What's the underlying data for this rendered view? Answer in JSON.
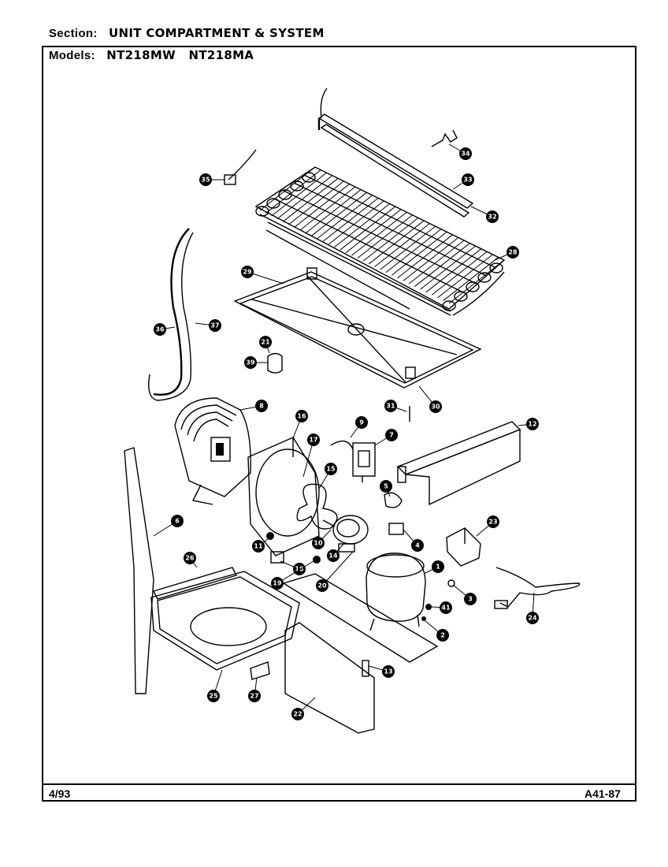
{
  "header": {
    "section_label": "Section:",
    "section_value": "UNIT COMPARTMENT & SYSTEM",
    "models_label": "Models:",
    "models_value": "NT218MW   NT218MA"
  },
  "footer": {
    "date": "4/93",
    "page_code": "A41-87"
  },
  "callouts": [
    {
      "id": "34",
      "label": "34"
    },
    {
      "id": "35",
      "label": "35"
    },
    {
      "id": "33",
      "label": "33"
    },
    {
      "id": "32",
      "label": "32"
    },
    {
      "id": "28",
      "label": "28"
    },
    {
      "id": "29",
      "label": "29"
    },
    {
      "id": "36",
      "label": "36"
    },
    {
      "id": "37",
      "label": "37"
    },
    {
      "id": "21",
      "label": "21"
    },
    {
      "id": "39",
      "label": "39"
    },
    {
      "id": "31",
      "label": "31"
    },
    {
      "id": "30",
      "label": "30"
    },
    {
      "id": "8",
      "label": "8"
    },
    {
      "id": "16",
      "label": "16"
    },
    {
      "id": "9",
      "label": "9"
    },
    {
      "id": "7",
      "label": "7"
    },
    {
      "id": "12",
      "label": "12"
    },
    {
      "id": "17",
      "label": "17"
    },
    {
      "id": "15",
      "label": "15"
    },
    {
      "id": "5",
      "label": "5"
    },
    {
      "id": "6",
      "label": "6"
    },
    {
      "id": "23",
      "label": "23"
    },
    {
      "id": "11",
      "label": "11"
    },
    {
      "id": "18",
      "label": "18"
    },
    {
      "id": "4",
      "label": "4"
    },
    {
      "id": "14",
      "label": "14"
    },
    {
      "id": "1",
      "label": "1"
    },
    {
      "id": "26",
      "label": "26"
    },
    {
      "id": "19",
      "label": "19"
    },
    {
      "id": "20",
      "label": "20"
    },
    {
      "id": "10",
      "label": "10"
    },
    {
      "id": "3",
      "label": "3"
    },
    {
      "id": "41",
      "label": "41"
    },
    {
      "id": "2",
      "label": "2"
    },
    {
      "id": "24",
      "label": "24"
    },
    {
      "id": "13",
      "label": "13"
    },
    {
      "id": "25",
      "label": "25"
    },
    {
      "id": "27",
      "label": "27"
    },
    {
      "id": "22",
      "label": "22"
    }
  ]
}
